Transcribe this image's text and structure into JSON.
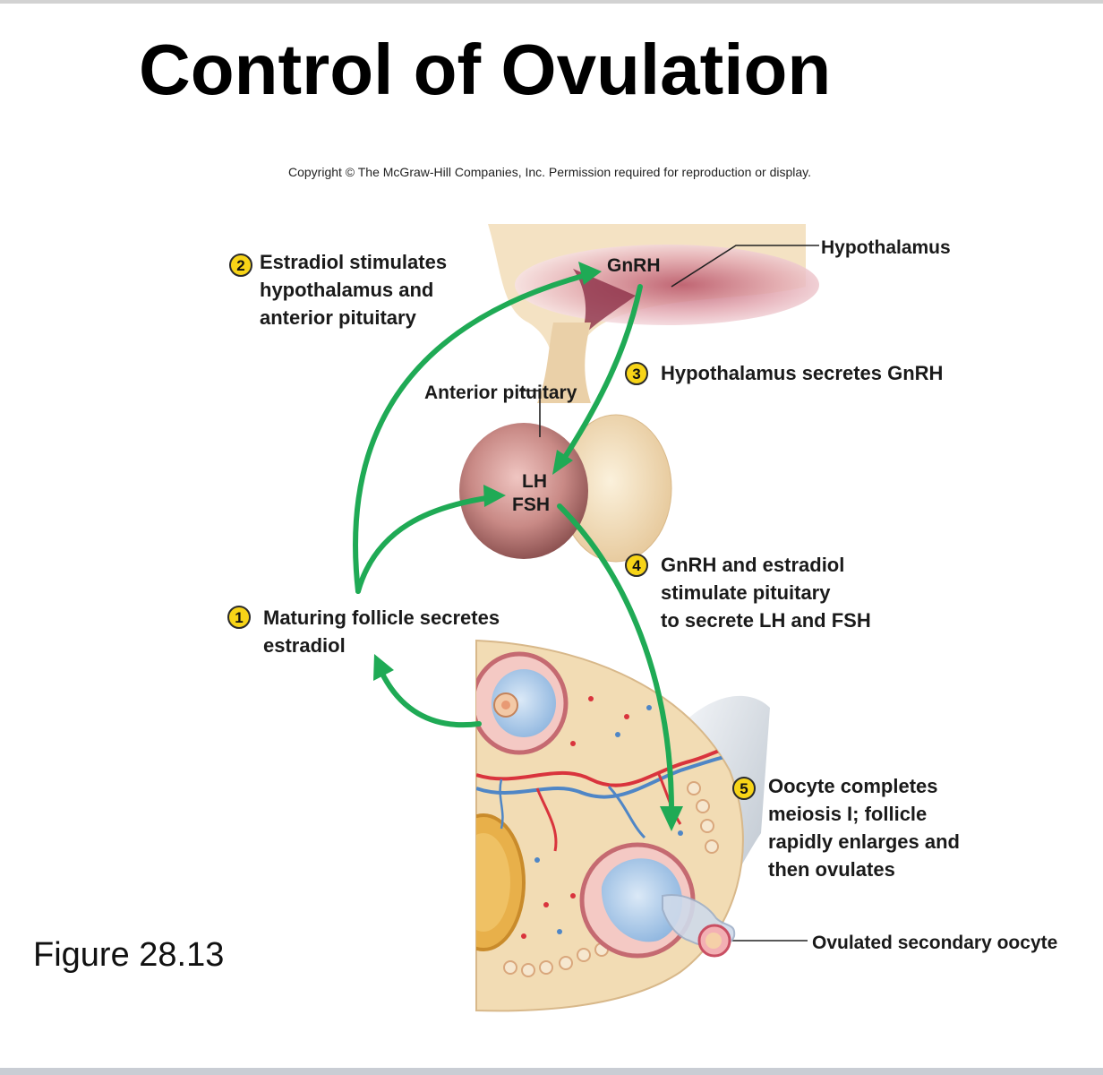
{
  "title": "Control of Ovulation",
  "copyright": "Copyright © The McGraw-Hill Companies, Inc. Permission required for reproduction or display.",
  "figure_label": "Figure 28.13",
  "structures": {
    "hypothalamus": "Hypothalamus",
    "gnrh": "GnRH",
    "anterior_pituitary": [
      "Anterior",
      "pituitary"
    ],
    "lh": "LH",
    "fsh": "FSH",
    "ovulated_oocyte": [
      "Ovulated",
      "secondary",
      "oocyte"
    ]
  },
  "steps": [
    {
      "number": "1",
      "lines": [
        "Maturing follicle secretes",
        "estradiol"
      ]
    },
    {
      "number": "2",
      "lines": [
        "Estradiol stimulates",
        "hypothalamus and",
        "anterior pituitary"
      ]
    },
    {
      "number": "3",
      "lines": [
        "Hypothalamus secretes GnRH"
      ]
    },
    {
      "number": "4",
      "lines": [
        "GnRH and estradiol",
        "stimulate pituitary",
        "to secrete LH and FSH"
      ]
    },
    {
      "number": "5",
      "lines": [
        "Oocyte completes",
        "meiosis I; follicle",
        "rapidly enlarges and",
        "then ovulates"
      ]
    }
  ],
  "colors": {
    "arrow": "#1faa55",
    "badge": "#f7d417",
    "tissue": "#f2dcb4",
    "pituitary_anterior": "#c98a86",
    "hypothalamus": "#d7929d",
    "follicle_fluid": "#9ec3e6"
  }
}
